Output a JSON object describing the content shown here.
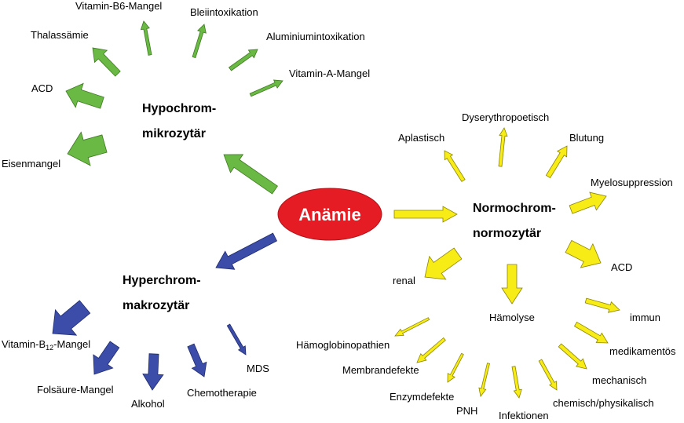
{
  "center": {
    "label": "Anämie",
    "color": "#e51c23"
  },
  "colors": {
    "hypochrom": "#6ab944",
    "hyperchrom": "#3b4da8",
    "normochrom": "#f7ec16"
  },
  "hypochrom": {
    "title_line1": "Hypochrom-",
    "title_line2": "mikrozytär",
    "causes": [
      "Vitamin-B6-Mangel",
      "Bleiintoxikation",
      "Thalassämie",
      "Aluminiumintoxikation",
      "ACD",
      "Vitamin-A-Mangel",
      "Eisenmangel"
    ]
  },
  "hyperchrom": {
    "title_line1": "Hyperchrom-",
    "title_line2": "makrozytär",
    "causes": {
      "b12_prefix": "Vitamin-B",
      "b12_sub": "12",
      "b12_suffix": "-Mangel",
      "folsaeure": "Folsäure-Mangel",
      "alkohol": "Alkohol",
      "chemo": "Chemotherapie",
      "mds": "MDS"
    }
  },
  "normochrom": {
    "title_line1": "Normochrom-",
    "title_line2": "normozytär",
    "causes": [
      "Dyserythropoetisch",
      "Aplastisch",
      "Blutung",
      "Myelosuppression",
      "ACD",
      "renal",
      "Hämolyse"
    ]
  },
  "haemolyse": {
    "causes": [
      "immun",
      "Hämoglobinopathien",
      "medikamentös",
      "Membrandefekte",
      "mechanisch",
      "Enzymdefekte",
      "PNH",
      "Infektionen",
      "chemisch/physikalisch"
    ]
  }
}
